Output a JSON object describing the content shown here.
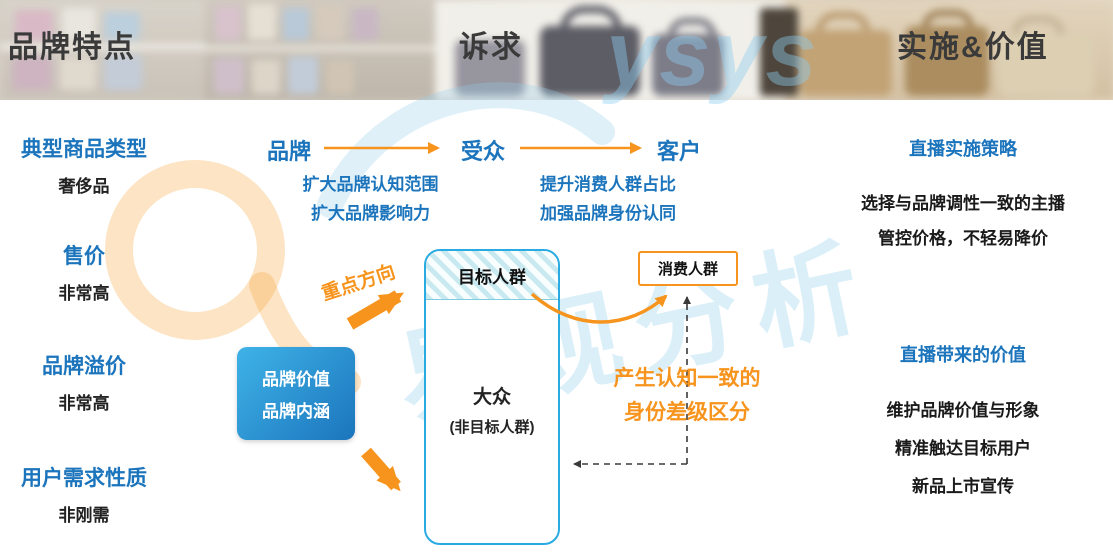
{
  "header": {
    "left_title": "品牌特点",
    "center_title": "诉求",
    "right_title": "实施&价值"
  },
  "left_panel": {
    "items": [
      {
        "label": "典型商品类型",
        "value": "奢侈品"
      },
      {
        "label": "售价",
        "value": "非常高"
      },
      {
        "label": "品牌溢价",
        "value": "非常高"
      },
      {
        "label": "用户需求性质",
        "value": "非刚需"
      }
    ]
  },
  "flow": {
    "stages": [
      "品牌",
      "受众",
      "客户"
    ],
    "stage1_notes": [
      "扩大品牌认知范围",
      "扩大品牌影响力"
    ],
    "stage2_notes": [
      "提升消费人群占比",
      "加强品牌身份认同"
    ]
  },
  "diagram": {
    "key_direction": "重点方向",
    "brand_box": [
      "品牌价值",
      "品牌内涵"
    ],
    "target_group": "目标人群",
    "mass_group": [
      "大众",
      "(非目标人群)"
    ],
    "consumer_group": "消费人群",
    "identity_note": [
      "产生认知一致的",
      "身份差级区分"
    ]
  },
  "right_panel": {
    "sections": [
      {
        "title": "直播实施策略",
        "items": [
          "选择与品牌调性一致的主播",
          "管控价格，不轻易降价"
        ]
      },
      {
        "title": "直播带来的价值",
        "items": [
          "维护品牌价值与形象",
          "精准触达目标用户",
          "新品上市宣传"
        ]
      }
    ]
  },
  "watermark": {
    "cjk": "易观分析",
    "latin": "ysys"
  },
  "colors": {
    "blue": "#1C75BC",
    "light_blue": "#29ABE2",
    "orange": "#F7941D",
    "dark_text": "#333333"
  }
}
